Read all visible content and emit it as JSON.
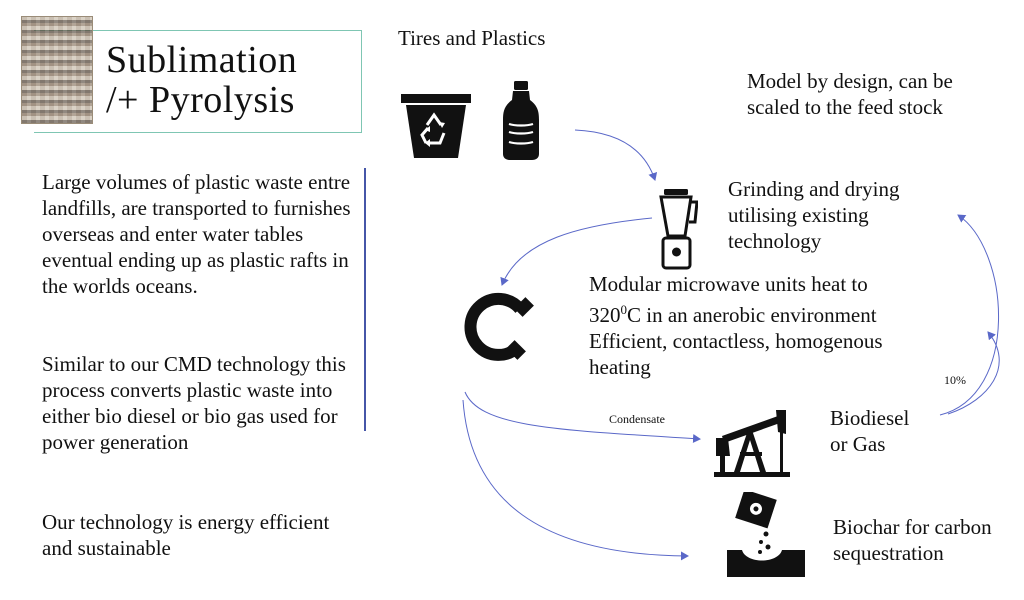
{
  "title": {
    "line1": "Sublimation",
    "line2": "/+ Pyrolysis"
  },
  "left_text": {
    "para1": "Large volumes of plastic waste entre landfills, are transported to furnishes overseas and enter water tables eventual ending up as plastic rafts in the worlds oceans.",
    "para2": "Similar to our CMD technology this process converts plastic waste into either bio diesel or bio gas used for power generation",
    "para3": "Our technology is energy efficient and sustainable"
  },
  "diagram": {
    "input_label": "Tires and Plastics",
    "model_note": [
      "Model by design, can be",
      "scaled to the feed stock"
    ],
    "grinding": [
      "Grinding and drying",
      "utilising existing",
      "technology"
    ],
    "microwave": {
      "line1": "Modular microwave units heat to",
      "temp": "320",
      "sup": "0",
      "temp_rest": "C in an anerobic environment",
      "line3": "Efficient, contactless, homogenous",
      "line4": "heating"
    },
    "condensate_label": "Condensate",
    "biodiesel": [
      "Biodiesel",
      "or Gas"
    ],
    "ten_percent": "10%",
    "biochar": [
      "Biochar for carbon",
      "sequestration"
    ]
  },
  "icons": [
    "thumbnail-image",
    "recycle-bin-icon",
    "plastic-bottle-icon",
    "blender-icon",
    "magnet-icon",
    "oil-pump-icon",
    "biochar-pour-icon"
  ],
  "colors": {
    "arrow": "#5a68c8",
    "divider": "#4656a8",
    "title_border": "#7fc6b3"
  }
}
